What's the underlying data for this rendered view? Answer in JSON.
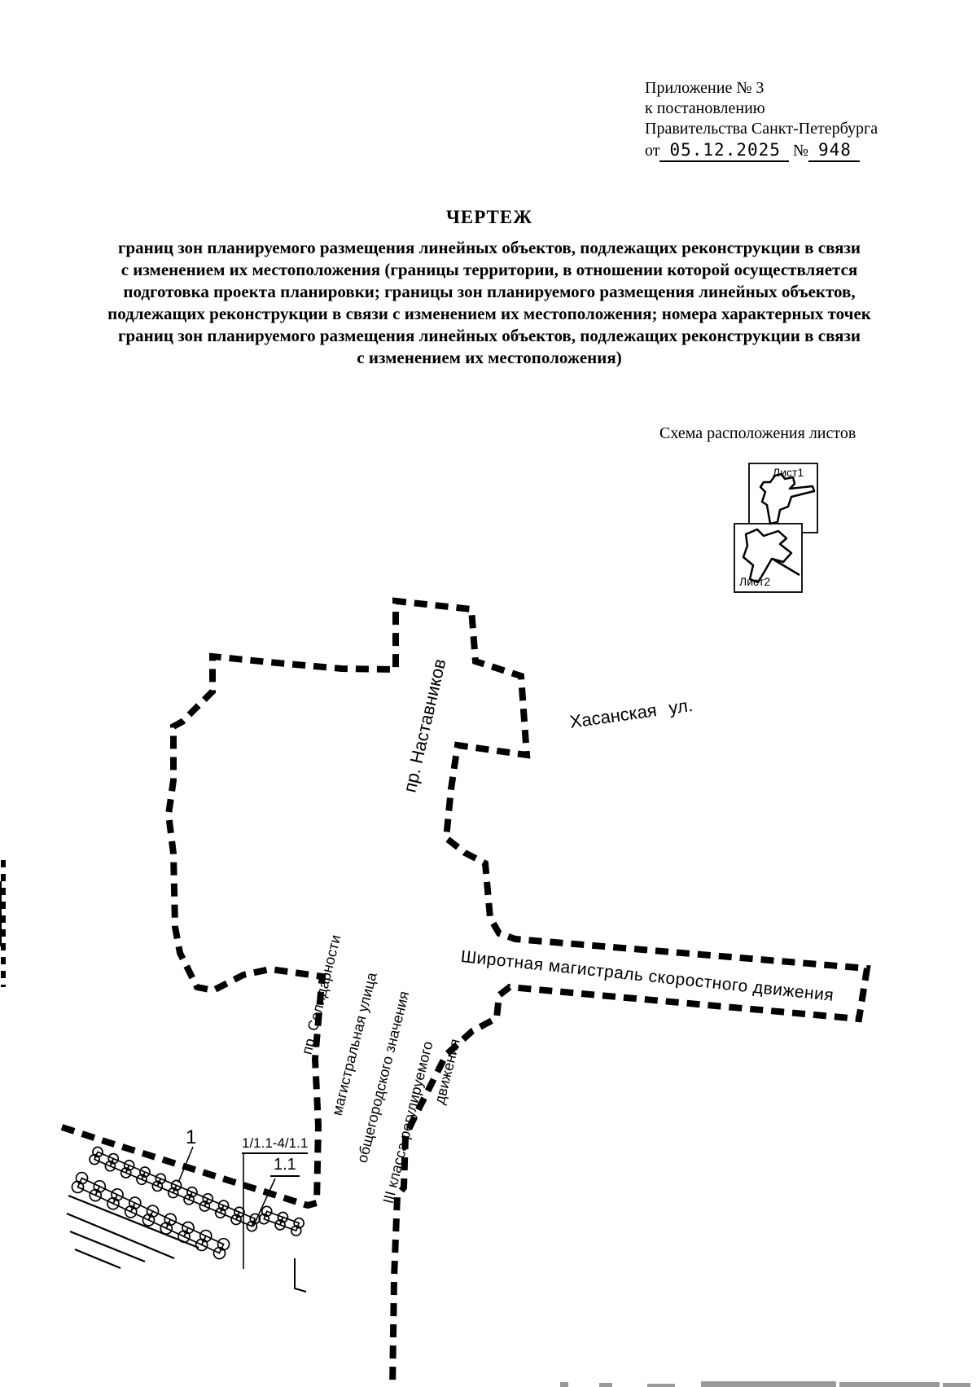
{
  "header": {
    "line1": "Приложение № 3",
    "line2": "к постановлению",
    "line3": "Правительства Санкт-Петербурга",
    "line4_prefix": "от",
    "line4_date": "05.12.2025",
    "line4_no_sign": "№",
    "line4_number": "948"
  },
  "title": {
    "heading": "ЧЕРТЕЖ",
    "lines": [
      "границ зон планируемого размещения линейных объектов, подлежащих реконструкции в связи",
      "с изменением их местоположения (границы территории, в отношении которой осуществляется",
      "подготовка проекта планировки; границы зон планируемого размещения линейных объектов,",
      "подлежащих реконструкции в связи с изменением их местоположения; номера характерных точек",
      "границ зон планируемого размещения линейных объектов, подлежащих реконструкции в связи",
      "с изменением их местоположения)"
    ]
  },
  "scheme": {
    "title": "Схема расположения листов",
    "sheet1_label": "Лист1",
    "sheet2_label": "Лист2"
  },
  "map": {
    "street_nastavnikov": "пр. Наставников",
    "street_khasanskaya": "Хасанская ул.",
    "highway": "Широтная магистраль скоростного движения",
    "solidarnosti_lines": [
      "пр. Солидарности",
      "магистральная улица",
      "общегородского значения",
      "III класса регулируемого",
      "движения"
    ],
    "point_labels": {
      "zone": "1",
      "points_range": "1/1.1-4/1.1",
      "zone_sub": "1.1"
    }
  }
}
